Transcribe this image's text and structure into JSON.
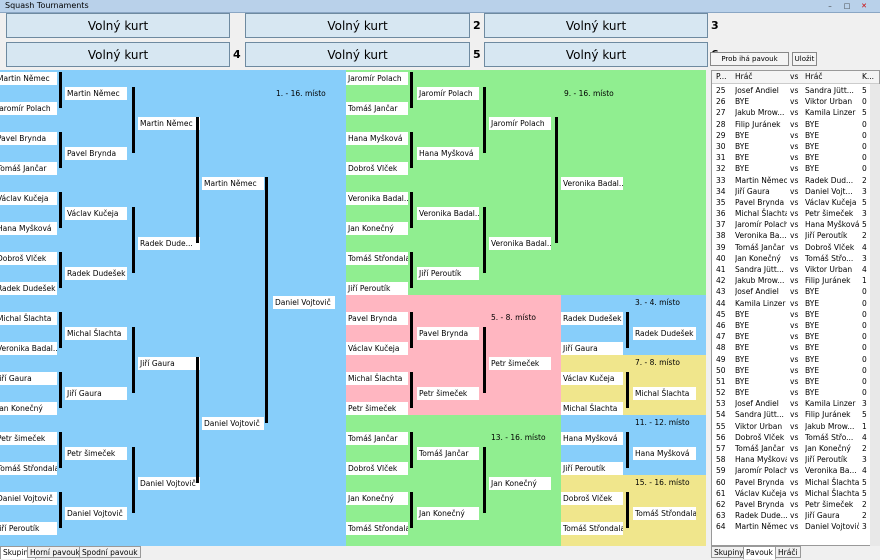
{
  "window": {
    "title": "Squash Tournaments"
  },
  "courts": [
    {
      "name": "Volný kurt",
      "num": ""
    },
    {
      "name": "Volný kurt",
      "num": "2"
    },
    {
      "name": "Volný kurt",
      "num": "3"
    },
    {
      "name": "Volný kurt",
      "num": "4"
    },
    {
      "name": "Volný kurt",
      "num": "5"
    },
    {
      "name": "Volný kurt",
      "num": "6"
    }
  ],
  "toolbar": {
    "generate_label": "Prob ihá pavouk",
    "save_label": "Uložit"
  },
  "bracket": {
    "colors": {
      "blue": "#87cefa",
      "green": "#90ee90",
      "pink": "#ffb6c1",
      "yellow": "#f0e68c"
    },
    "rounds": [
      [
        "Martin Němec",
        "Jaromír Polach",
        "Pavel Brynda",
        "Tomáš Jančar",
        "Václav Kučeja",
        "Hana Myšková",
        "Dobroš Vlček",
        "Radek Dudešek",
        "Michal Šlachta",
        "Veronika Badal...",
        "Jiří Gaura",
        "Jan Konečný",
        "Petr šimeček",
        "Tomáš Střondala",
        "Daniel Vojtovič",
        "Jiří Peroutík"
      ],
      [
        "Martin Němec",
        "Pavel Brynda",
        "Václav Kučeja",
        "Radek Dudešek",
        "Michal Šlachta",
        "Jiří Gaura",
        "Petr šimeček",
        "Daniel Vojtovič"
      ],
      [
        "Martin Němec",
        "Radek Dude...",
        "Jiří Gaura",
        "Daniel Vojtovič"
      ],
      [
        "Martin Němec",
        "Daniel Vojtovič"
      ],
      [
        "Daniel Vojtovič"
      ]
    ],
    "r9": {
      "label": "9. - 16. místo",
      "left": [
        "Jaromír Polach",
        "Tomáš Jančar",
        "Hana Myšková",
        "Dobroš Vlček",
        "Veronika Badal...",
        "Jan Konečný",
        "Tomáš Střondala",
        "Jiří Peroutík"
      ],
      "mid": [
        "Jaromír Polach",
        "Hana Myšková",
        "Veronika Badal...",
        "Jiří Peroutík"
      ],
      "right": [
        "Jaromír Polach",
        "Veronika Badal..."
      ],
      "final": [
        "Veronika Badal..."
      ]
    },
    "r5": {
      "label": "5. - 8. místo",
      "left": [
        "Pavel Brynda",
        "Václav Kučeja",
        "Michal Šlachta",
        "Petr šimeček"
      ],
      "mid": [
        "Pavel Brynda",
        "Petr šimeček"
      ],
      "final": [
        "Petr šimeček"
      ]
    },
    "r13": {
      "label": "13. - 16. místo",
      "left": [
        "Tomáš Jančar",
        "Dobroš Vlček",
        "Jan Konečný",
        "Tomáš Střondala"
      ],
      "mid": [
        "Tomáš Jančar",
        "Jan Konečný"
      ],
      "final": [
        "Jan Konečný"
      ]
    },
    "r1": {
      "label": "1. - 16. místo"
    },
    "r3": {
      "label": "3. - 4. místo",
      "pair": [
        "Radek Dudešek",
        "Jiří Gaura"
      ],
      "win": "Radek Dudešek"
    },
    "r7": {
      "label": "7. - 8. místo",
      "pair": [
        "Václav Kučeja",
        "Michal Šlachta"
      ],
      "win": "Michal Šlachta"
    },
    "r11": {
      "label": "11. - 12. místo",
      "pair": [
        "Hana Myšková",
        "Jiří Peroutík"
      ],
      "win": "Hana Myšková"
    },
    "r15": {
      "label": "15. - 16. místo",
      "pair": [
        "Dobroš Vlček",
        "Tomáš Střondala"
      ],
      "win": "Tomáš Střondala"
    }
  },
  "bottom_tabs": [
    "Skupiny",
    "Horní pavouk",
    "Spodní pavouk"
  ],
  "panel": {
    "headers": [
      "P...",
      "Hráč",
      "vs",
      "Hráč",
      "K..."
    ],
    "rows": [
      [
        "25",
        "Josef Andiel",
        "vs",
        "Sandra Jütt...",
        "5"
      ],
      [
        "26",
        "BYE",
        "vs",
        "Viktor Urban",
        "0"
      ],
      [
        "27",
        "Jakub Mrow...",
        "vs",
        "Kamila Linzer",
        "5"
      ],
      [
        "28",
        "Filip Juránek",
        "vs",
        "BYE",
        "0"
      ],
      [
        "29",
        "BYE",
        "vs",
        "BYE",
        "0"
      ],
      [
        "30",
        "BYE",
        "vs",
        "BYE",
        "0"
      ],
      [
        "31",
        "BYE",
        "vs",
        "BYE",
        "0"
      ],
      [
        "32",
        "BYE",
        "vs",
        "BYE",
        "0"
      ],
      [
        "33",
        "Martin Němec",
        "vs",
        "Radek Dud...",
        "2"
      ],
      [
        "34",
        "Jiří Gaura",
        "vs",
        "Daniel Vojt...",
        "3"
      ],
      [
        "35",
        "Pavel Brynda",
        "vs",
        "Václav Kučeja",
        "5"
      ],
      [
        "36",
        "Michal Šlachta",
        "vs",
        "Petr šimeček",
        "3"
      ],
      [
        "37",
        "Jaromír Polach",
        "vs",
        "Hana Myšková",
        "5"
      ],
      [
        "38",
        "Veronika Ba...",
        "vs",
        "Jiří Peroutík",
        "2"
      ],
      [
        "39",
        "Tomáš Jančar",
        "vs",
        "Dobroš Vlček",
        "4"
      ],
      [
        "40",
        "Jan Konečný",
        "vs",
        "Tomáš Střo...",
        "3"
      ],
      [
        "41",
        "Sandra Jütt...",
        "vs",
        "Viktor Urban",
        "4"
      ],
      [
        "42",
        "Jakub Mrow...",
        "vs",
        "Filip Juránek",
        "1"
      ],
      [
        "43",
        "Josef Andiel",
        "vs",
        "BYE",
        "0"
      ],
      [
        "44",
        "Kamila Linzer",
        "vs",
        "BYE",
        "0"
      ],
      [
        "45",
        "BYE",
        "vs",
        "BYE",
        "0"
      ],
      [
        "46",
        "BYE",
        "vs",
        "BYE",
        "0"
      ],
      [
        "47",
        "BYE",
        "vs",
        "BYE",
        "0"
      ],
      [
        "48",
        "BYE",
        "vs",
        "BYE",
        "0"
      ],
      [
        "49",
        "BYE",
        "vs",
        "BYE",
        "0"
      ],
      [
        "50",
        "BYE",
        "vs",
        "BYE",
        "0"
      ],
      [
        "51",
        "BYE",
        "vs",
        "BYE",
        "0"
      ],
      [
        "52",
        "BYE",
        "vs",
        "BYE",
        "0"
      ],
      [
        "53",
        "Josef Andiel",
        "vs",
        "Kamila Linzer",
        "3"
      ],
      [
        "54",
        "Sandra Jütt...",
        "vs",
        "Filip Juránek",
        "5"
      ],
      [
        "55",
        "Viktor Urban",
        "vs",
        "Jakub Mrow...",
        "1"
      ],
      [
        "56",
        "Dobroš Vlček",
        "vs",
        "Tomáš Střo...",
        "4"
      ],
      [
        "57",
        "Tomáš Jančar",
        "vs",
        "Jan Konečný",
        "2"
      ],
      [
        "58",
        "Hana Myšková",
        "vs",
        "Jiří Peroutík",
        "3"
      ],
      [
        "59",
        "Jaromír Polach",
        "vs",
        "Veronika Ba...",
        "4"
      ],
      [
        "60",
        "Pavel Brynda",
        "vs",
        "Michal Šlachta",
        "5"
      ],
      [
        "61",
        "Václav Kučeja",
        "vs",
        "Michal Šlachta",
        "5"
      ],
      [
        "62",
        "Pavel Brynda",
        "vs",
        "Petr šimeček",
        "2"
      ],
      [
        "63",
        "Radek Dude...",
        "vs",
        "Jiří Gaura",
        "2"
      ],
      [
        "64",
        "Martin Němec",
        "vs",
        "Daniel Vojtovič",
        "3"
      ]
    ]
  },
  "right_tabs": [
    "Skupiny",
    "Pavouk",
    "Hráči"
  ]
}
